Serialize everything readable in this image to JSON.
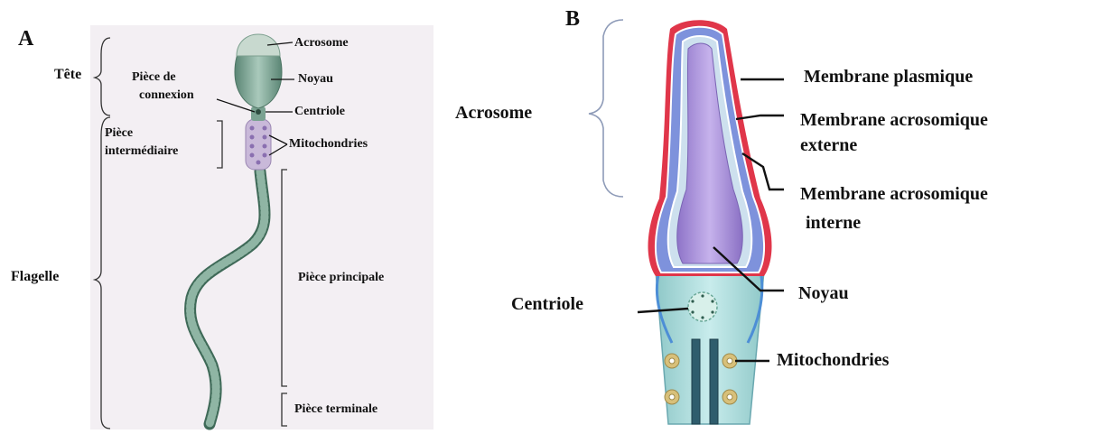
{
  "panel_a": {
    "letter": "A",
    "labels": {
      "tete": "Tête",
      "flagelle": "Flagelle",
      "acrosome": "Acrosome",
      "noyau": "Noyau",
      "piece_connexion_1": "Pièce de",
      "piece_connexion_2": "connexion",
      "centriole": "Centriole",
      "piece_intermediaire_1": "Pièce",
      "piece_intermediaire_2": "intermédiaire",
      "mitochondries": "Mitochondries",
      "piece_principale": "Pièce principale",
      "piece_terminale": "Pièce terminale"
    },
    "colors": {
      "background": "#f3eff3",
      "flagellum": "#4e7a68",
      "head": "#6f9a88"
    }
  },
  "panel_b": {
    "letter": "B",
    "labels": {
      "acrosome": "Acrosome",
      "membrane_plasmique": "Membrane plasmique",
      "membrane_acro_externe_1": "Membrane acrosomique",
      "membrane_acro_externe_2": "externe",
      "membrane_acro_interne_1": "Membrane acrosomique",
      "membrane_acro_interne_2": "interne",
      "noyau": "Noyau",
      "centriole": "Centriole",
      "mitochondries": "Mitochondries"
    },
    "colors": {
      "outer_membrane": "#e0364a",
      "acrosome": "#6a7fd8",
      "nucleus": "#a58cd8",
      "neck": "#a8d8d8"
    }
  }
}
